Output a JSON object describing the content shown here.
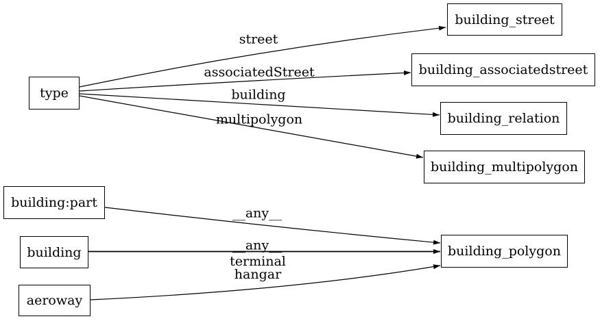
{
  "graph": {
    "background_color": "#ffffff",
    "line_color": "#000000",
    "nodes": [
      {
        "id": "type",
        "label": "type"
      },
      {
        "id": "building_street",
        "label": "building_street"
      },
      {
        "id": "building_associatedstreet",
        "label": "building_associatedstreet"
      },
      {
        "id": "building_relation",
        "label": "building_relation"
      },
      {
        "id": "building_multipolygon",
        "label": "building_multipolygon"
      },
      {
        "id": "building:part",
        "label": "building:part"
      },
      {
        "id": "building",
        "label": "building"
      },
      {
        "id": "aeroway",
        "label": "aeroway"
      },
      {
        "id": "building_polygon",
        "label": "building_polygon"
      }
    ],
    "edges": [
      {
        "from": "type",
        "to": "building_street",
        "label": "street"
      },
      {
        "from": "type",
        "to": "building_associatedstreet",
        "label": "associatedStreet"
      },
      {
        "from": "type",
        "to": "building_relation",
        "label": "building"
      },
      {
        "from": "type",
        "to": "building_multipolygon",
        "label": "multipolygon"
      },
      {
        "from": "building:part",
        "to": "building_polygon",
        "label": "__any__"
      },
      {
        "from": "building",
        "to": "building_polygon",
        "label": "__any__"
      },
      {
        "from": "aeroway",
        "to": "building_polygon",
        "label": "terminal\nhangar"
      }
    ]
  }
}
